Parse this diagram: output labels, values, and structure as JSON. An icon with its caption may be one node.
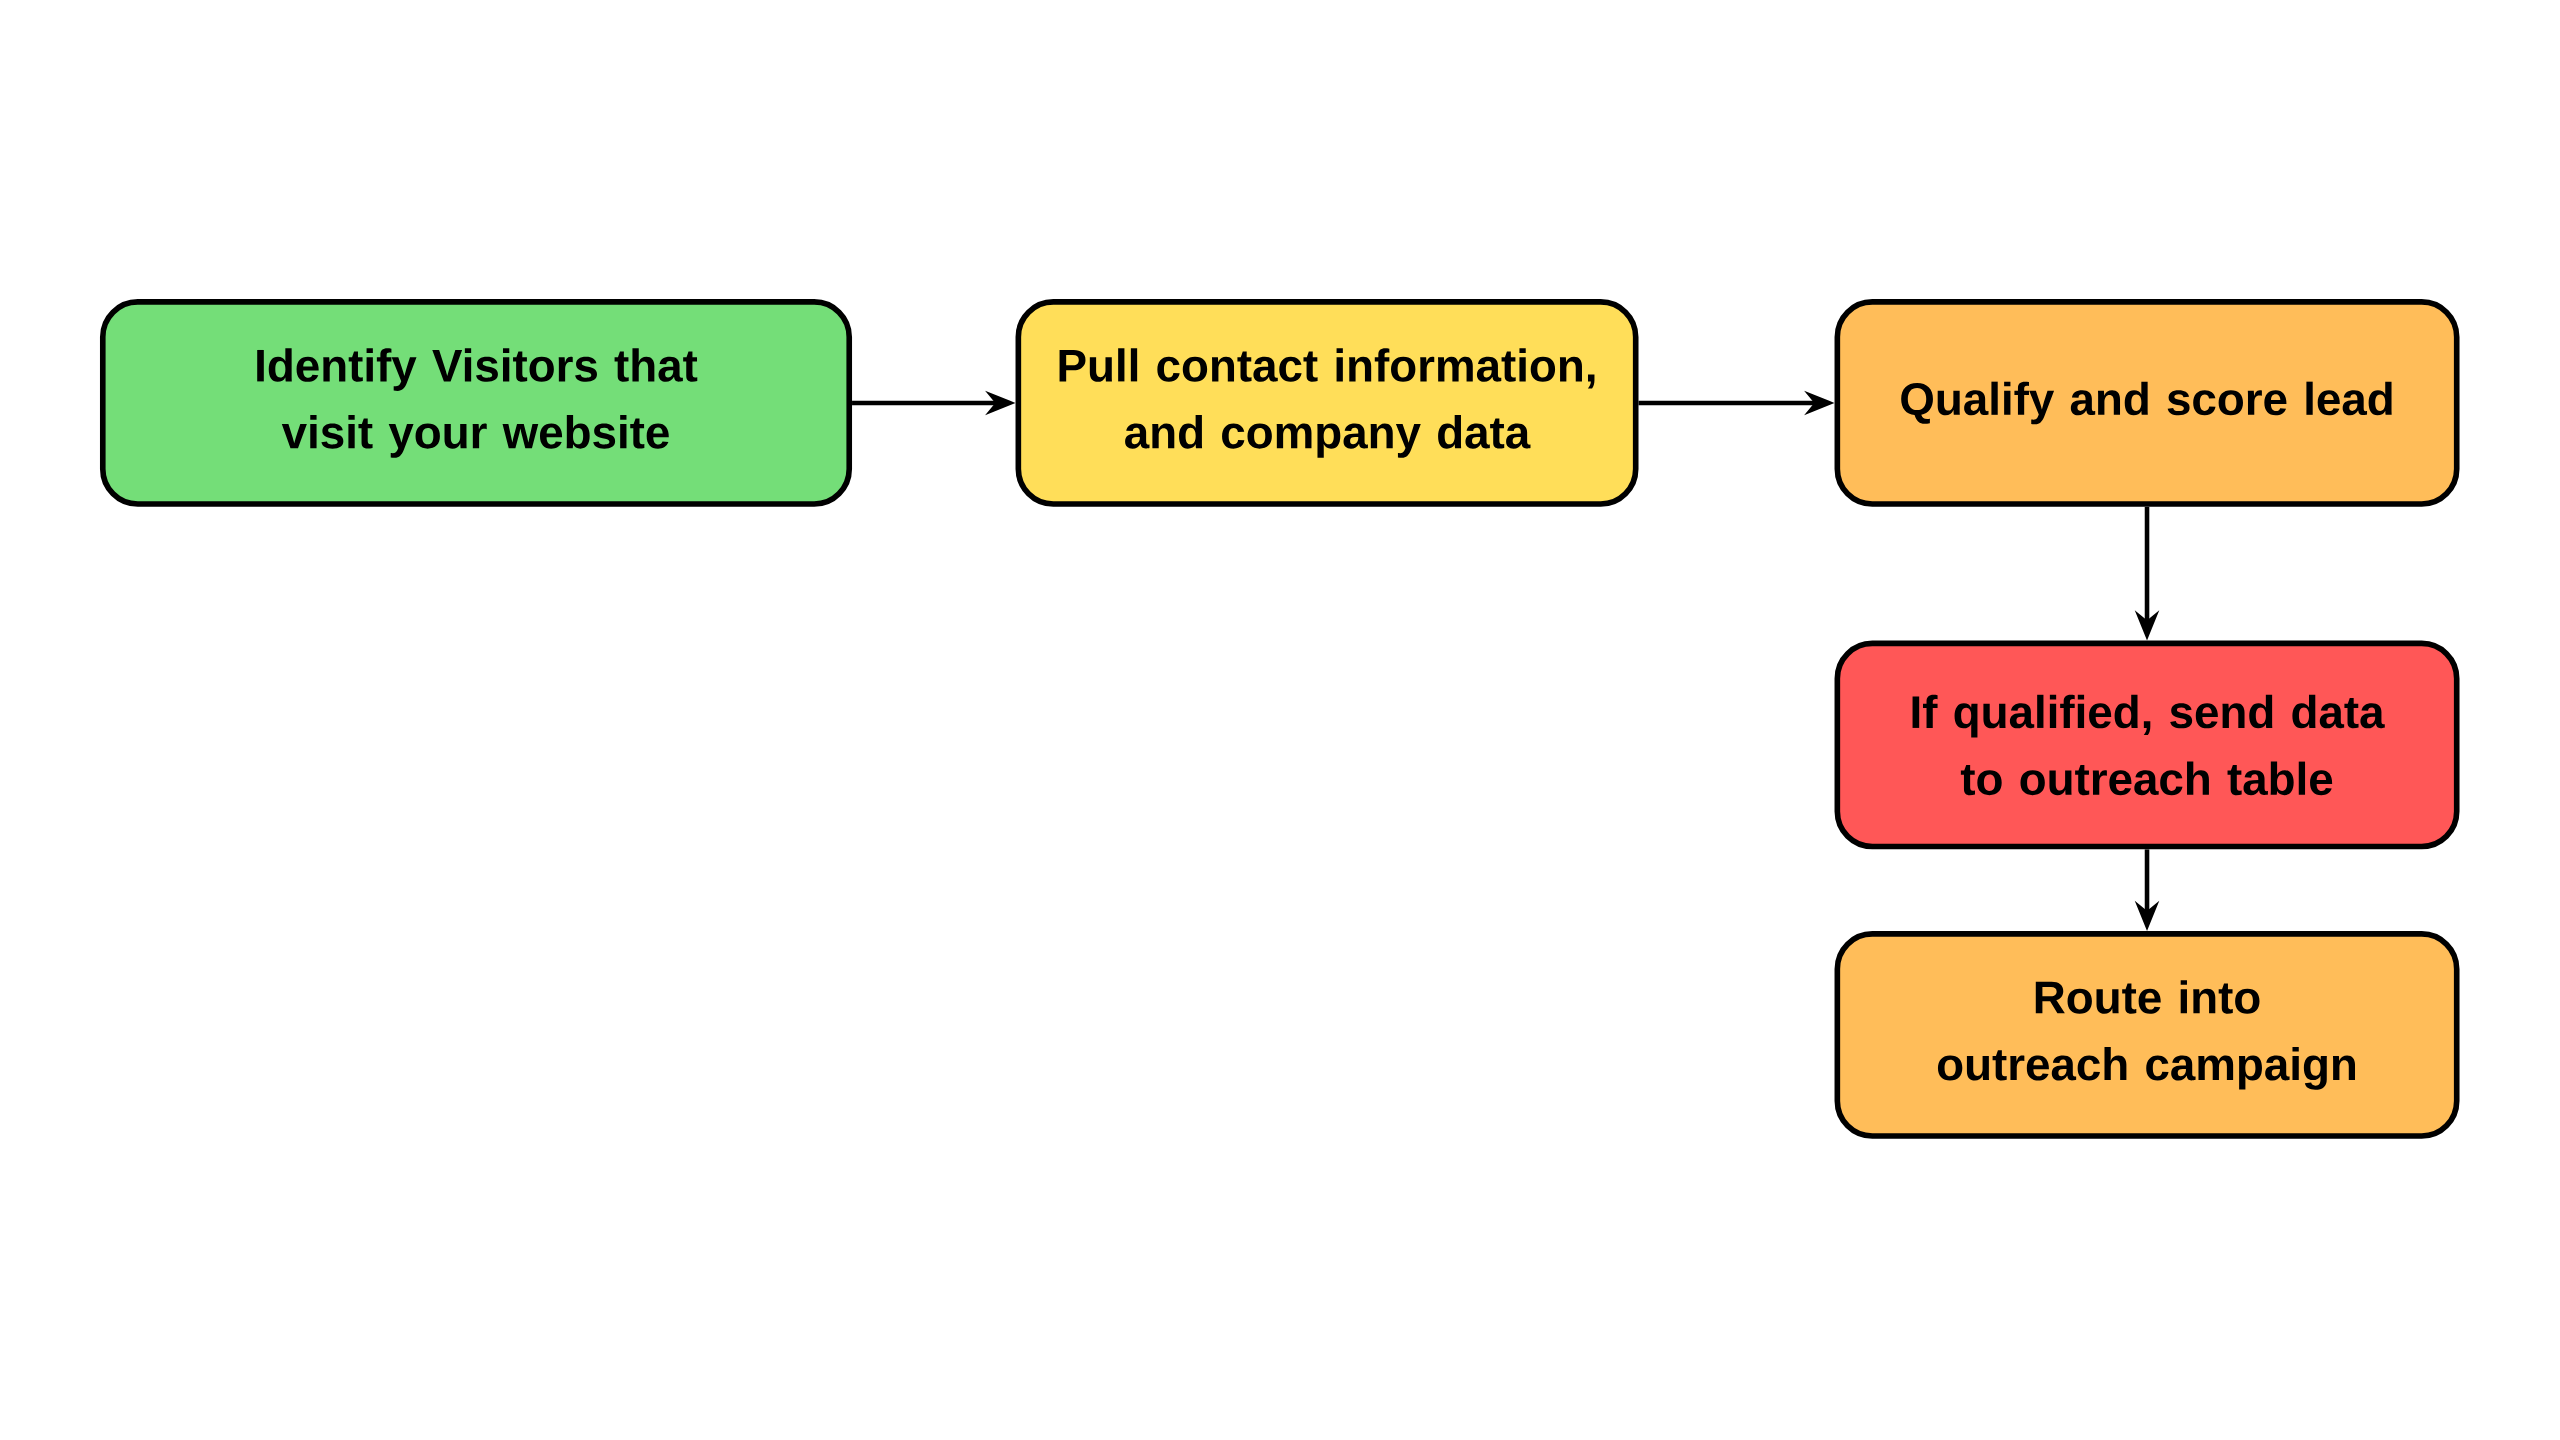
{
  "diagram": {
    "nodes": [
      {
        "text": [
          "Identify Visitors that visit your website"
        ]
      },
      {
        "text": [
          "Pull contact information, and company data"
        ]
      },
      {
        "text": [
          "Qualify and score lead"
        ]
      },
      {
        "text": [
          "If qualified, send data to outreach table"
        ]
      },
      {
        "text": [
          "Route into outreach campaign"
        ]
      }
    ],
    "edges": [
      {
        "from": 0,
        "to": 1,
        "arrow": "to"
      },
      {
        "from": 1,
        "to": 2,
        "arrow": "to"
      },
      {
        "from": 2,
        "to": 3,
        "arrow": "to"
      },
      {
        "from": 3,
        "to": 4,
        "arrow": "to"
      }
    ]
  }
}
